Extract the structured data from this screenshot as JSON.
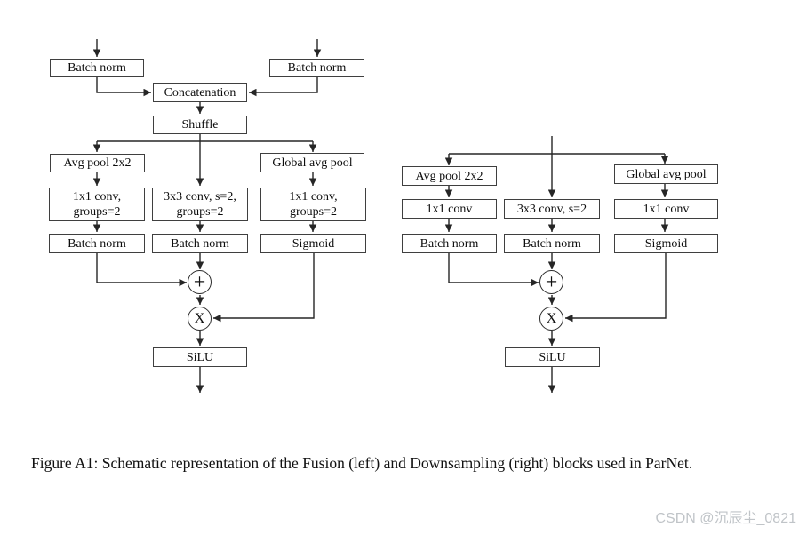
{
  "colors": {
    "background": "#ffffff",
    "box_border": "#3f3f3f",
    "edge": "#262626",
    "text": "#0d0d0d",
    "watermark": "#c0c4c8"
  },
  "fusion_block": {
    "batch_norm_left": "Batch norm",
    "batch_norm_right": "Batch norm",
    "concatenation": "Concatenation",
    "shuffle": "Shuffle",
    "avg_pool": "Avg pool 2x2",
    "global_avg_pool": "Global avg pool",
    "conv_left_line1": "1x1 conv,",
    "conv_left_line2": "groups=2",
    "conv_mid_line1": "3x3 conv, s=2,",
    "conv_mid_line2": "groups=2",
    "conv_right_line1": "1x1 conv,",
    "conv_right_line2": "groups=2",
    "batch_norm_a": "Batch norm",
    "batch_norm_b": "Batch norm",
    "sigmoid": "Sigmoid",
    "add_symbol": "+",
    "multiply_symbol": "X",
    "silu": "SiLU"
  },
  "downsampling_block": {
    "avg_pool": "Avg pool 2x2",
    "global_avg_pool": "Global avg pool",
    "conv_left": "1x1 conv",
    "conv_mid": "3x3 conv, s=2",
    "conv_right": "1x1 conv",
    "batch_norm_a": "Batch norm",
    "batch_norm_b": "Batch norm",
    "sigmoid": "Sigmoid",
    "add_symbol": "+",
    "multiply_symbol": "X",
    "silu": "SiLU"
  },
  "caption": {
    "text": "Figure A1: Schematic representation of the Fusion (left) and Downsampling (right) blocks used in ParNet."
  },
  "watermark": {
    "text": "CSDN @沉辰尘_0821"
  }
}
